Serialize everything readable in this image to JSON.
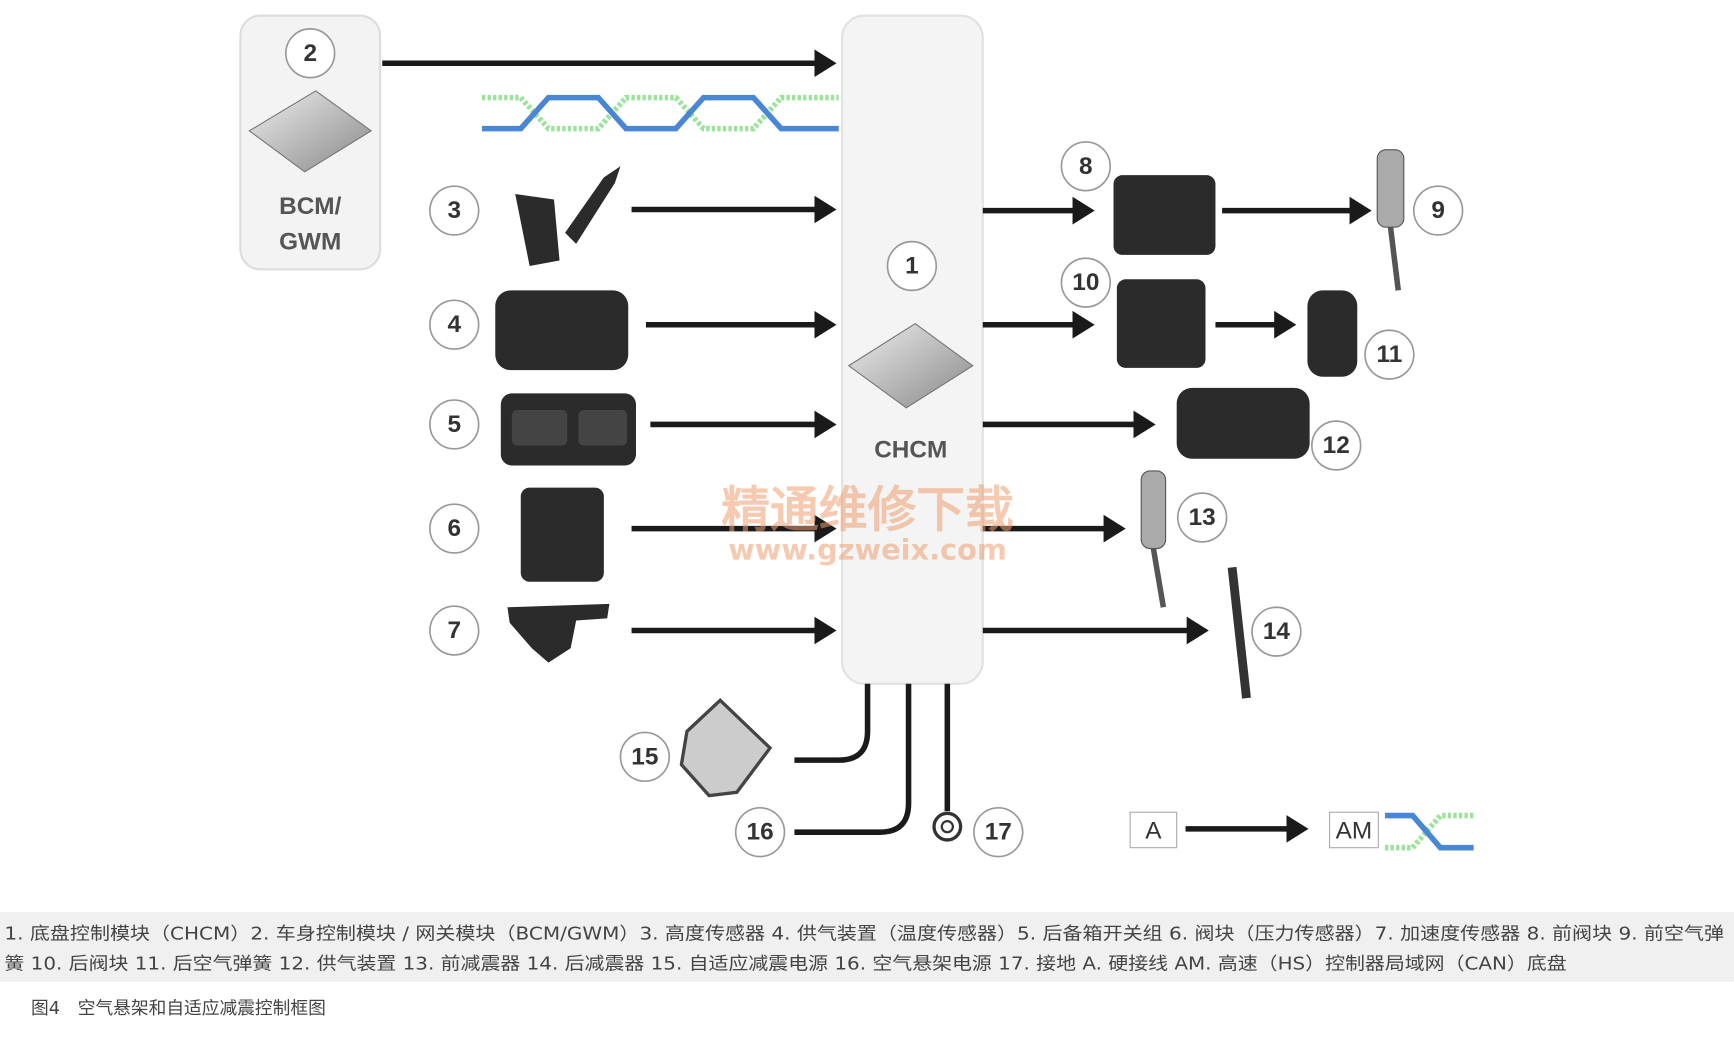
{
  "modules": {
    "bcm": {
      "number": "2",
      "label_line1": "BCM/",
      "label_line2": "GWM"
    },
    "chcm": {
      "number": "1",
      "label": "CHCM"
    }
  },
  "inputs": [
    {
      "number": "3"
    },
    {
      "number": "4"
    },
    {
      "number": "5"
    },
    {
      "number": "6"
    },
    {
      "number": "7"
    }
  ],
  "outputs": [
    {
      "number": "8"
    },
    {
      "number": "9"
    },
    {
      "number": "10"
    },
    {
      "number": "11"
    },
    {
      "number": "12"
    },
    {
      "number": "13"
    },
    {
      "number": "14"
    }
  ],
  "power": [
    {
      "number": "15"
    },
    {
      "number": "16"
    },
    {
      "number": "17"
    }
  ],
  "legend": {
    "hardwire": "A",
    "can": "AM"
  },
  "watermark": {
    "line1": "精通维修下载",
    "line2": "www.gzweix.com"
  },
  "caption": {
    "line1": "1. 底盘控制模块（CHCM）2. 车身控制模块 / 网关模块（BCM/GWM）3. 高度传感器 4. 供气装置（温度传感器）5. 后备箱开关组 6. 阀块（压力传感器）7. 加速度传感器 8. 前阀块 9. 前空气弹",
    "line2": "簧 10. 后阀块 11. 后空气弹簧 12. 供气装置 13. 前减震器 14. 后减震器 15. 自适应减震电源 16. 空气悬架电源 17. 接地 A. 硬接线 AM. 高速（HS）控制器局域网（CAN）底盘",
    "title": "图4　空气悬架和自适应减震控制框图"
  },
  "colors": {
    "can_high": "#4a86d6",
    "can_low": "#9be39b",
    "watermark": "#f0a070"
  }
}
